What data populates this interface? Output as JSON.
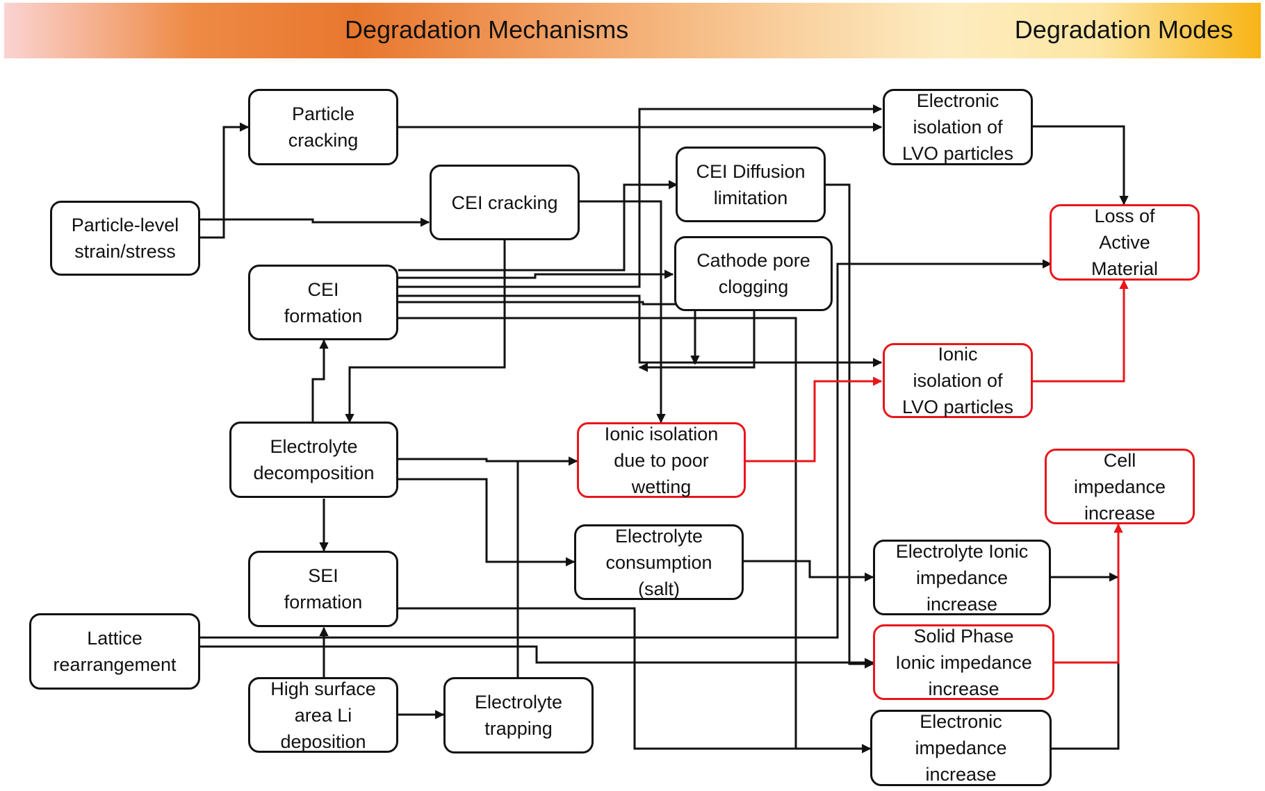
{
  "header": {
    "mechanisms_title": "Degradation Mechanisms",
    "modes_title": "Degradation Modes"
  },
  "colors": {
    "connector": "#111111",
    "highlight": "#e8161b",
    "banner_start": "#fbd3d1",
    "banner_mid": "#e8772e",
    "banner_end": "#f7b416"
  },
  "nodes": {
    "particle_strain": "Particle-level\nstrain/stress",
    "particle_cracking": "Particle\ncracking",
    "cei_cracking": "CEI cracking",
    "cei_formation": "CEI\nformation",
    "cei_diffusion": "CEI Diffusion\nlimitation",
    "cathode_pore": "Cathode pore\nclogging",
    "electronic_isolation": "Electronic\nisolation of\nLVO particles",
    "loss_active": "Loss of\nActive\nMaterial",
    "ionic_isolation": "Ionic\nisolation of\nLVO particles",
    "electrolyte_decomp": "Electrolyte\ndecomposition",
    "ionic_wetting": "Ionic isolation\ndue to poor\nwetting",
    "cell_impedance": "Cell\nimpedance\nincrease",
    "sei_formation": "SEI\nformation",
    "electrolyte_consumption": "Electrolyte\nconsumption\n(salt)",
    "electrolyte_ionic_imp": "Electrolyte Ionic\nimpedance\nincrease",
    "lattice": "Lattice\nrearrangement",
    "solid_phase": "Solid Phase\nIonic impedance\nincrease",
    "high_surface": "High surface\narea Li\ndeposition",
    "electrolyte_trapping": "Electrolyte\ntrapping",
    "electronic_imp": "Electronic\nimpedance\nincrease"
  },
  "highlighted_nodes": [
    "loss_active",
    "ionic_isolation",
    "ionic_wetting",
    "cell_impedance",
    "solid_phase"
  ]
}
